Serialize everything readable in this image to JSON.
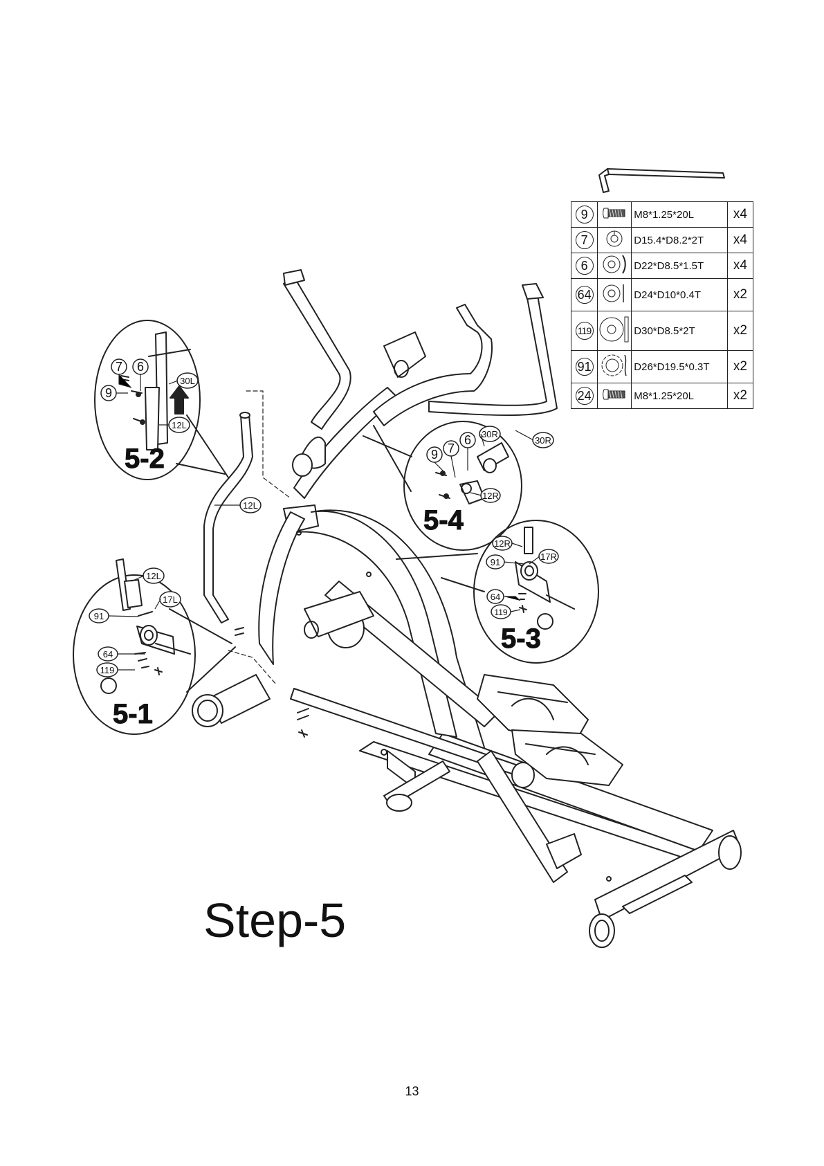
{
  "parts_table": [
    {
      "number": "9",
      "spec": "M8*1.25*20L",
      "qty": "x4",
      "icon": "bolt-icon"
    },
    {
      "number": "7",
      "spec": "D15.4*D8.2*2T",
      "qty": "x4",
      "icon": "spring-washer-icon"
    },
    {
      "number": "6",
      "spec": "D22*D8.5*1.5T",
      "qty": "x4",
      "icon": "curved-washer-icon"
    },
    {
      "number": "64",
      "spec": "D24*D10*0.4T",
      "qty": "x2",
      "icon": "flat-washer-icon"
    },
    {
      "number": "119",
      "spec": "D30*D8.5*2T",
      "qty": "x2",
      "icon": "large-washer-icon"
    },
    {
      "number": "91",
      "spec": "D26*D19.5*0.3T",
      "qty": "x2",
      "icon": "wave-washer-icon"
    },
    {
      "number": "24",
      "spec": "M8*1.25*20L",
      "qty": "x2",
      "icon": "bolt-icon"
    }
  ],
  "tool": {
    "icon": "allen-wrench-icon"
  },
  "details": {
    "d51": {
      "label": "5-1",
      "callouts": [
        "12L",
        "17L",
        "91",
        "64",
        "119"
      ]
    },
    "d52": {
      "label": "5-2",
      "callouts": [
        "7",
        "6",
        "9",
        "30L",
        "12L"
      ]
    },
    "d53": {
      "label": "5-3",
      "callouts": [
        "12R",
        "91",
        "17R",
        "64",
        "119"
      ]
    },
    "d54": {
      "label": "5-4",
      "callouts": [
        "9",
        "7",
        "6",
        "30R",
        "12R"
      ]
    }
  },
  "main_callouts": {
    "c12L": "12L",
    "c30R": "30R"
  },
  "step_title": "Step-5",
  "page_number": "13"
}
